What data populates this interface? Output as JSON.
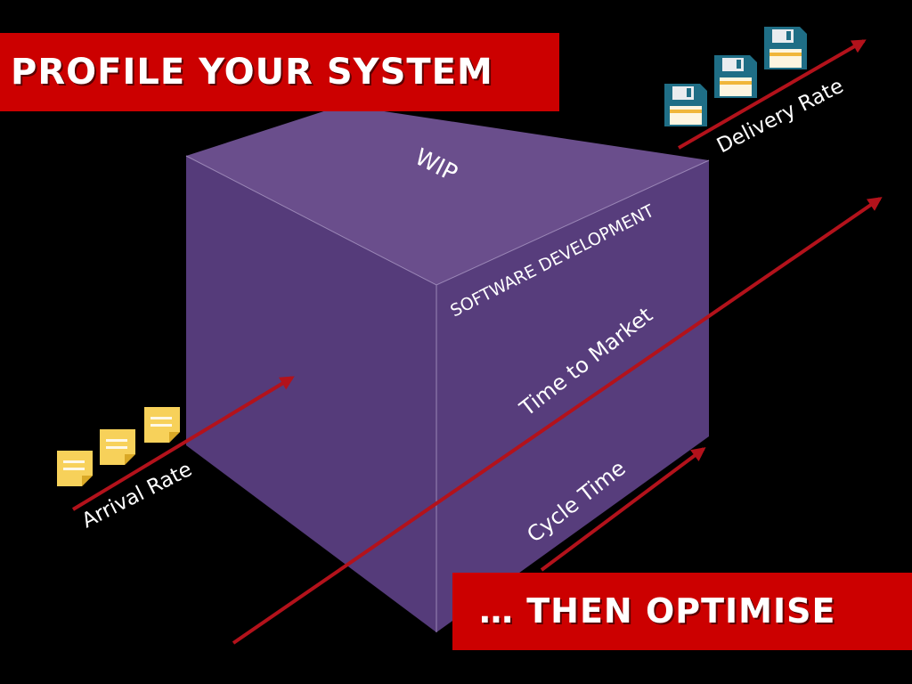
{
  "headline": "PROFILE YOUR SYSTEM",
  "footer": "… THEN OPTIMISE",
  "cube": {
    "top_label": "WIP",
    "front_title": "SOFTWARE DEVELOPMENT",
    "front_metric_1": "Time to Market",
    "front_metric_2": "Cycle Time"
  },
  "flows": {
    "arrival": "Arrival Rate",
    "delivery": "Delivery Rate"
  },
  "icons": {
    "input_items": "sticky-note-icon",
    "output_items": "floppy-disk-icon"
  },
  "colors": {
    "banner": "#cc0000",
    "cube_top": "#6a4e8c",
    "cube_left": "#553b7a",
    "cube_front": "#573d7c",
    "arrow": "#b3121b",
    "note": "#f7d15a",
    "disk": "#1f6e86"
  }
}
